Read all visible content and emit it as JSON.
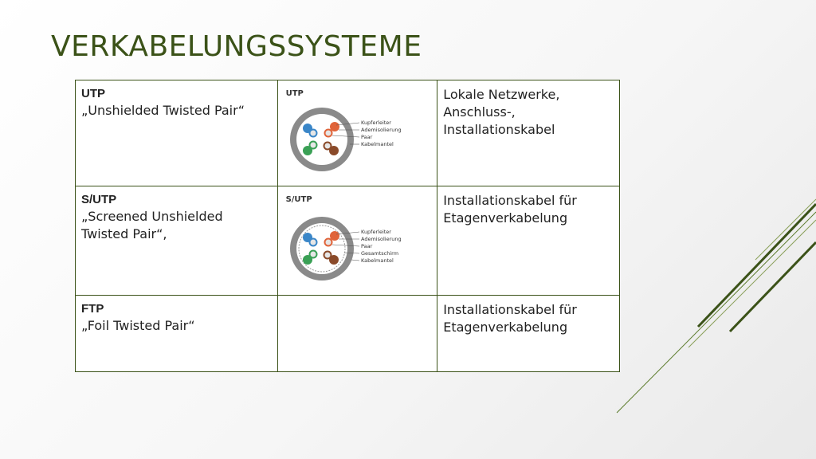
{
  "title": "VERKABELUNGSSYSTEME",
  "rows": [
    {
      "name": "UTP",
      "description": "„Unshielded Twisted Pair“",
      "diagram": {
        "label": "UTP",
        "legend": [
          "Kupferleiter",
          "Ademisolierung",
          "Paar",
          "Kabelmantel"
        ]
      },
      "usage": "Lokale Netzwerke, Anschluss-, Installationskabel"
    },
    {
      "name": "S/UTP",
      "description": "„Screened Unshielded Twisted Pair“,",
      "diagram": {
        "label": "S/UTP",
        "legend": [
          "Kupferleiter",
          "Ademisolierung",
          "Paar",
          "Gesamtschirm",
          "Kabelmantel"
        ]
      },
      "usage": "Installationskabel für Etagenverkabelung"
    },
    {
      "name": "FTP",
      "description": "„Foil Twisted Pair“",
      "usage": "Installationskabel für Etagenverkabelung"
    }
  ],
  "colors": {
    "title": "#3b5218",
    "border": "#3b5218",
    "jacket": "#8a8a8a",
    "pair_blue": "#3a86c8",
    "pair_orange": "#e0643a",
    "pair_green": "#3aa055",
    "pair_brown": "#8a4a2a"
  }
}
